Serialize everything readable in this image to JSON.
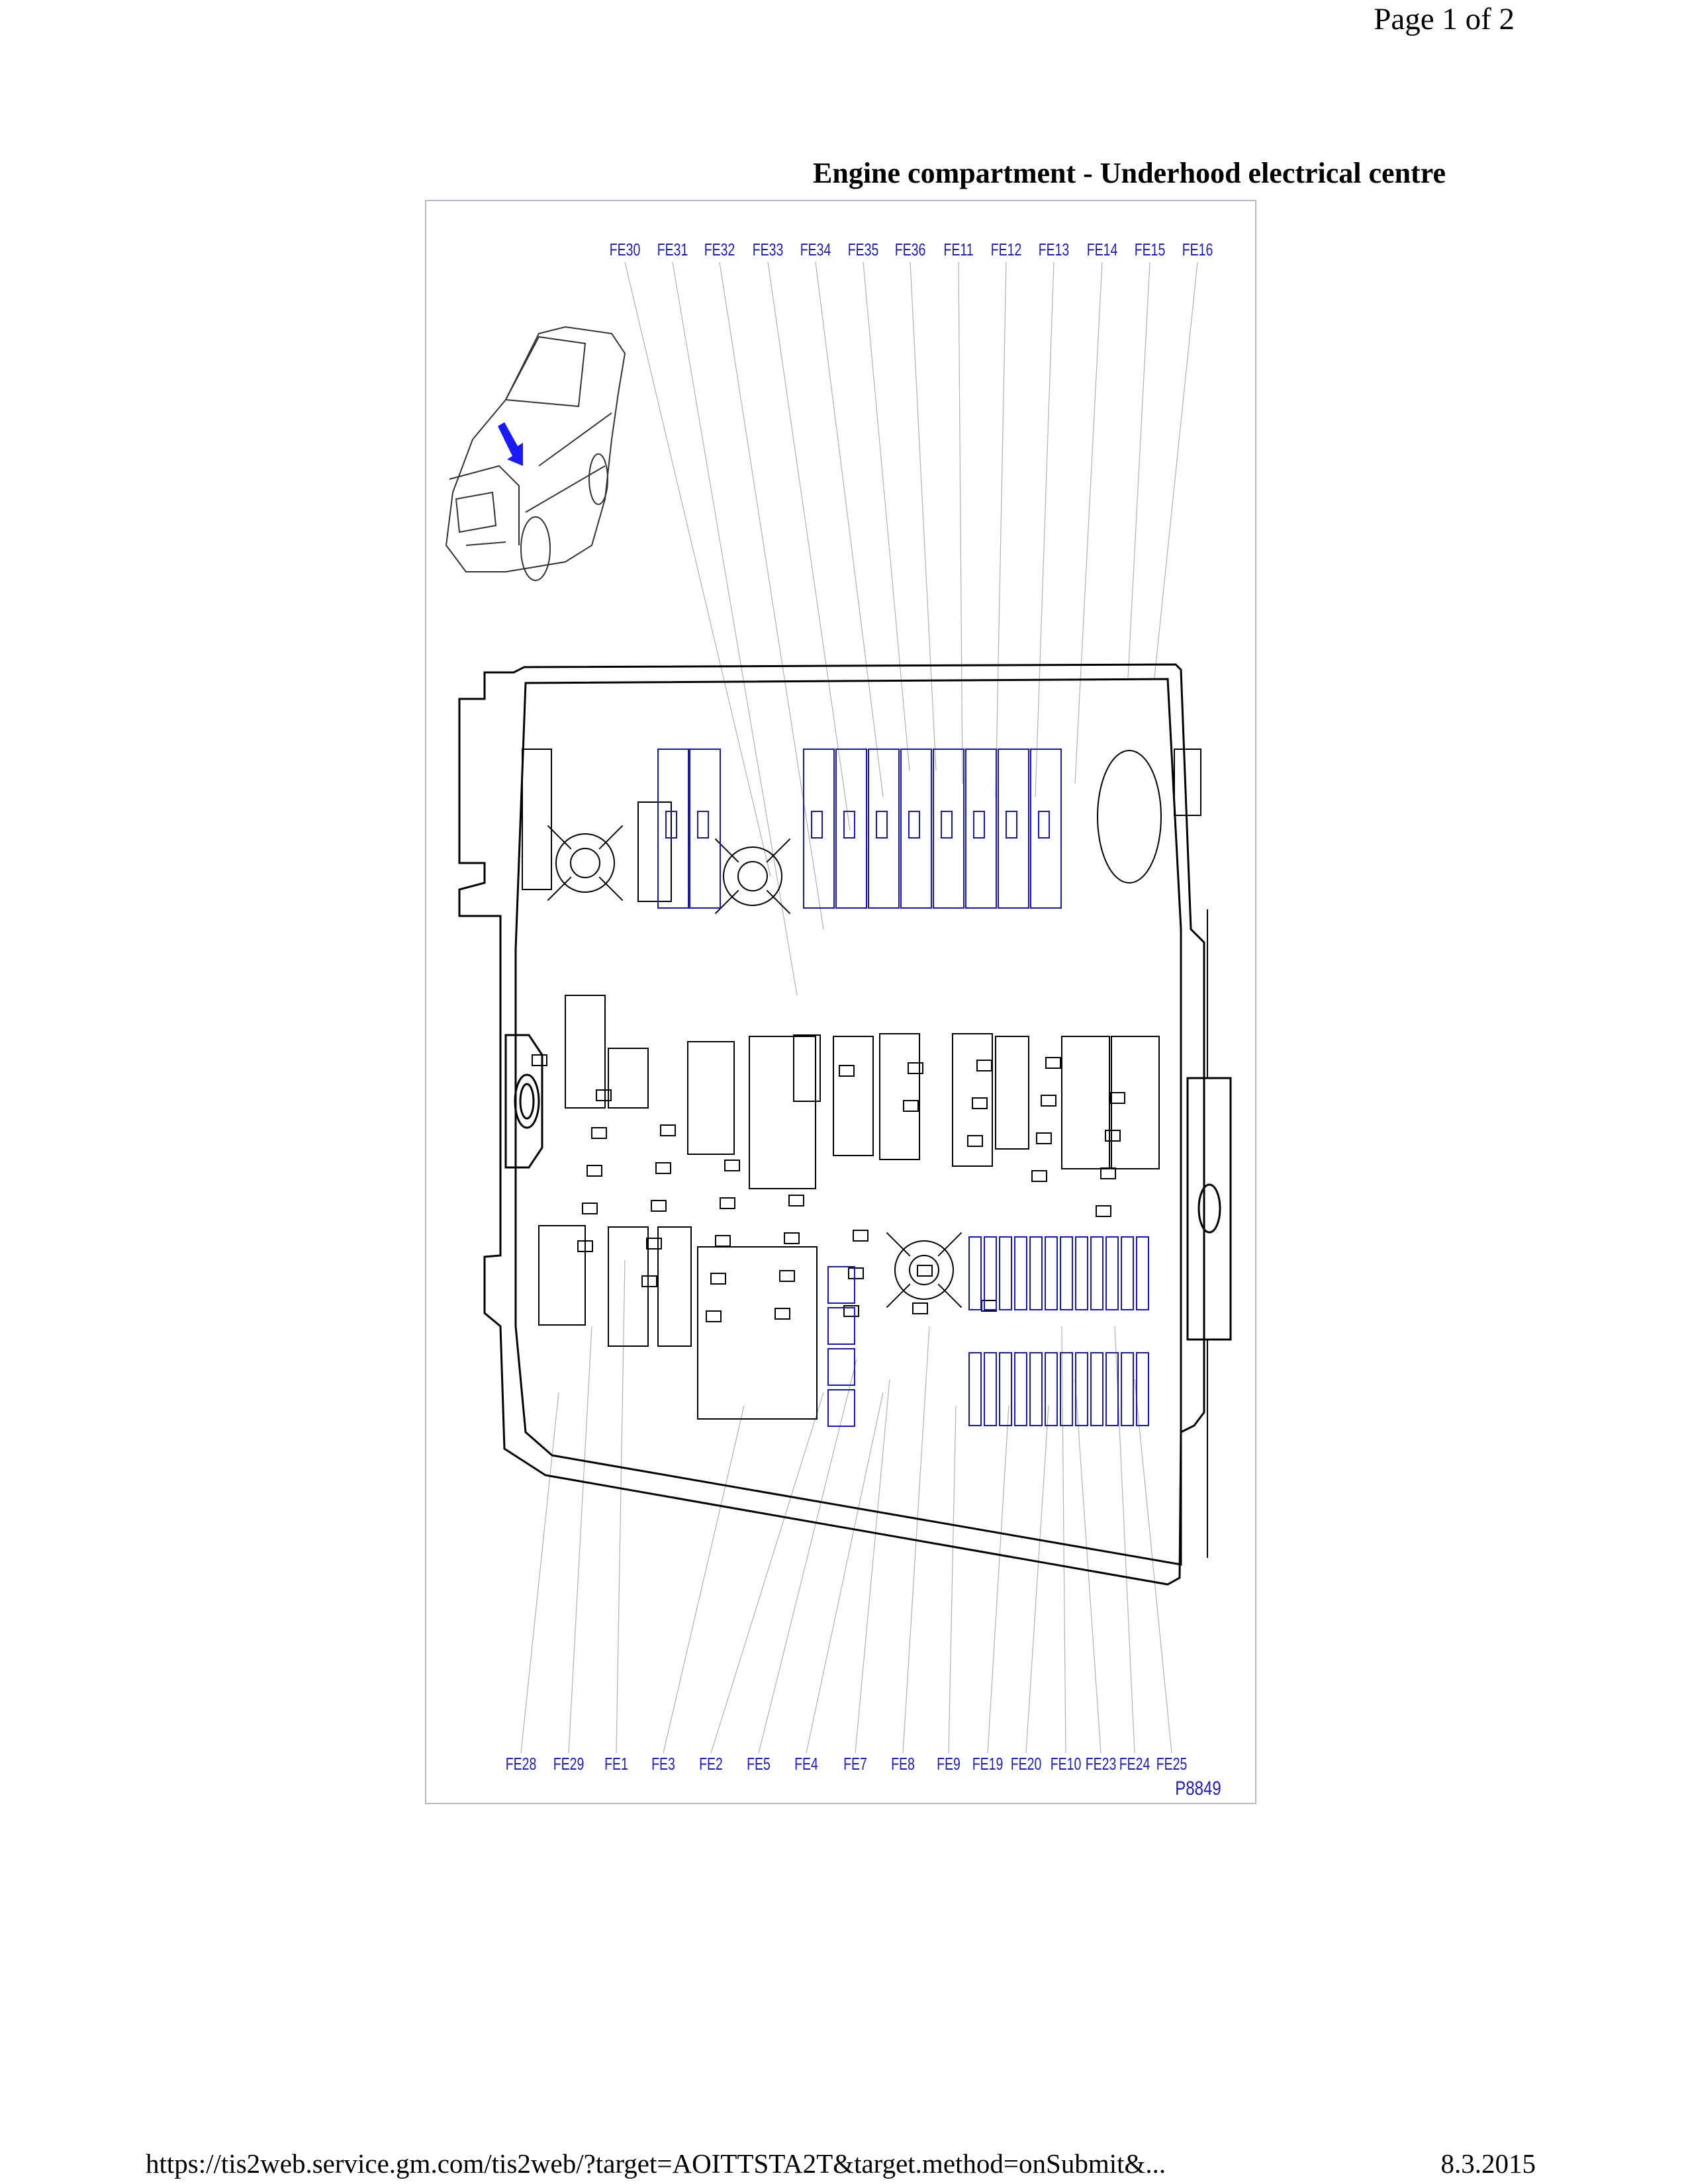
{
  "header": {
    "page_number": "Page 1 of 2"
  },
  "document": {
    "title": "Engine compartment - Underhood electrical centre"
  },
  "figure": {
    "figure_id": "P8849",
    "top_labels": [
      "FE30",
      "FE31",
      "FE32",
      "FE33",
      "FE34",
      "FE35",
      "FE36",
      "FE11",
      "FE12",
      "FE13",
      "FE14",
      "FE15",
      "FE16"
    ],
    "bottom_labels": [
      "FE28",
      "FE29",
      "FE1",
      "FE3",
      "FE2",
      "FE5",
      "FE4",
      "FE7",
      "FE8",
      "FE9",
      "FE19",
      "FE20",
      "FE10",
      "FE23",
      "FE24",
      "FE25"
    ],
    "label_color": "#1a1acc",
    "highlight_color": "#1515d0",
    "arrow_color": "#1a1aff"
  },
  "footer": {
    "url": "https://tis2web.service.gm.com/tis2web/?target=AOITTSTA2T&target.method=onSubmit&...",
    "date": "8.3.2015"
  }
}
